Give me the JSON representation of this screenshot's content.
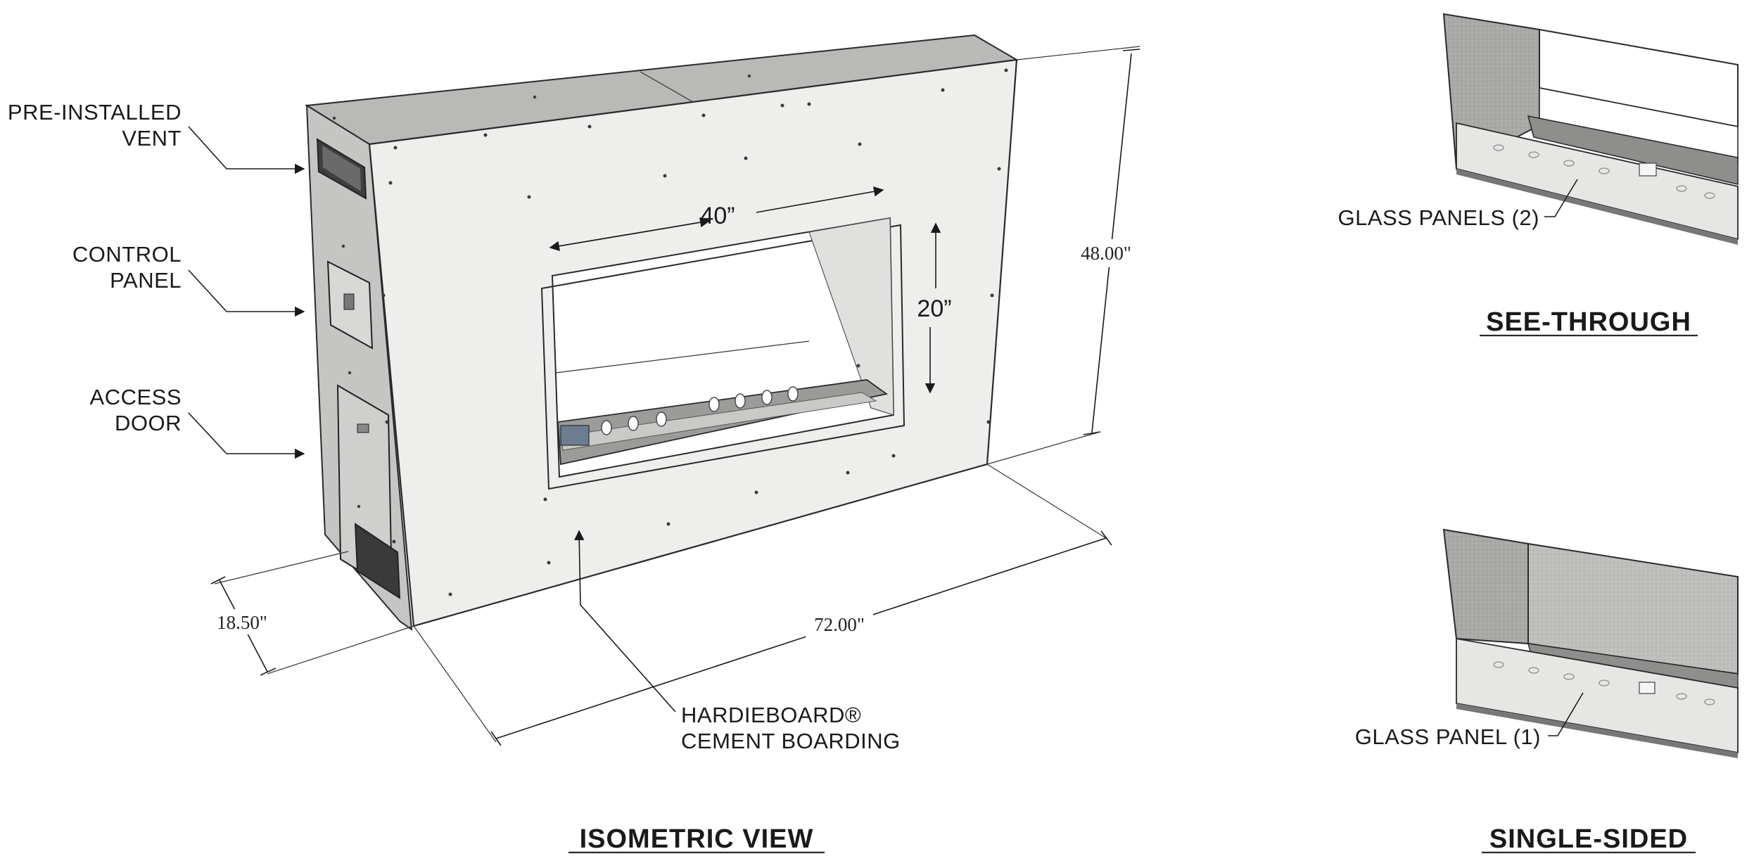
{
  "callouts": {
    "vent": [
      "PRE-INSTALLED",
      "VENT"
    ],
    "control": [
      "CONTROL",
      "PANEL"
    ],
    "access": [
      "ACCESS",
      "DOOR"
    ],
    "board": [
      "HARDIEBOARD®",
      "CEMENT BOARDING"
    ],
    "glass_two": "GLASS PANELS (2)",
    "glass_one": "GLASS PANEL (1)"
  },
  "dimensions": {
    "opening_width": "40”",
    "opening_height": "20”",
    "height": "48.00\"",
    "depth": "18.50\"",
    "width": "72.00\""
  },
  "titles": {
    "isometric": "ISOMETRIC VIEW",
    "see_through": "SEE-THROUGH",
    "single_sided": "SINGLE-SIDED"
  },
  "colors": {
    "panel_light": "#eeeeec",
    "panel_top": "#b5b5b3",
    "panel_side": "#c9c9c7",
    "line": "#1a1a1a"
  }
}
